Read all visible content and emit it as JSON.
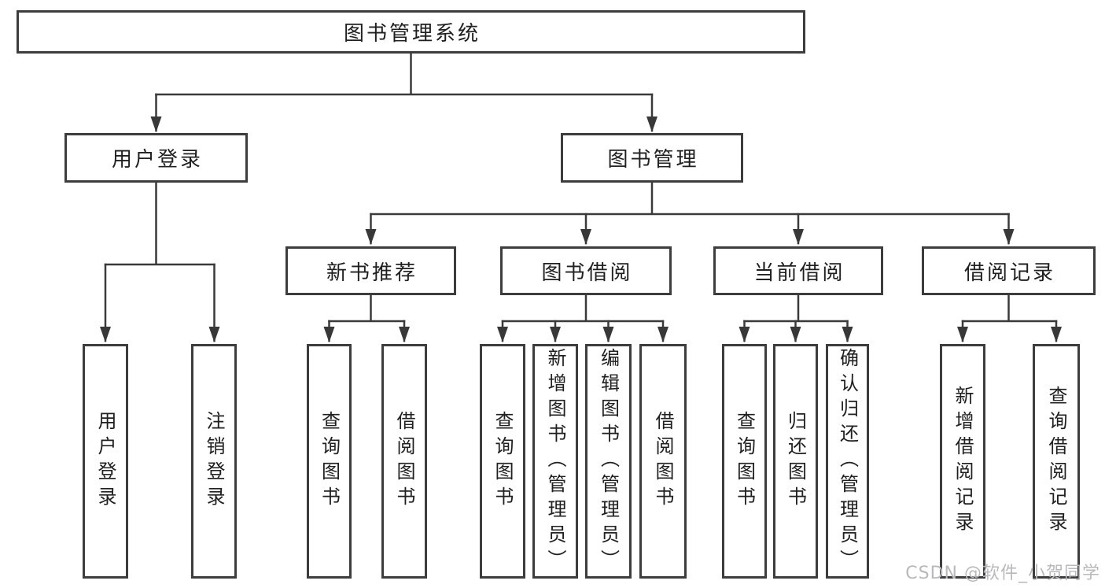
{
  "title": "图书管理系统",
  "watermark": "CSDN @软件_小贺同学",
  "colors": {
    "background": "#ffffff",
    "box_border": "#3d3d3d",
    "connector_line": "#3a3a3a",
    "arrowhead": "#383838",
    "text": "#202020",
    "watermark_text": "#b9b9bc"
  },
  "tree": {
    "label": "图书管理系统",
    "children": [
      {
        "label": "用户登录",
        "children": [
          {
            "label": "用户登录"
          },
          {
            "label": "注销登录"
          }
        ]
      },
      {
        "label": "图书管理",
        "children": [
          {
            "label": "新书推荐",
            "children": [
              {
                "label": "查询图书"
              },
              {
                "label": "借阅图书"
              }
            ]
          },
          {
            "label": "图书借阅",
            "children": [
              {
                "label": "查询图书"
              },
              {
                "label": "新增图书（管理员）"
              },
              {
                "label": "编辑图书（管理员）"
              },
              {
                "label": "借阅图书"
              }
            ]
          },
          {
            "label": "当前借阅",
            "children": [
              {
                "label": "查询图书"
              },
              {
                "label": "归还图书"
              },
              {
                "label": "确认归还（管理员）"
              }
            ]
          },
          {
            "label": "借阅记录",
            "children": [
              {
                "label": "新增借阅记录"
              },
              {
                "label": "查询借阅记录"
              }
            ]
          }
        ]
      }
    ]
  }
}
